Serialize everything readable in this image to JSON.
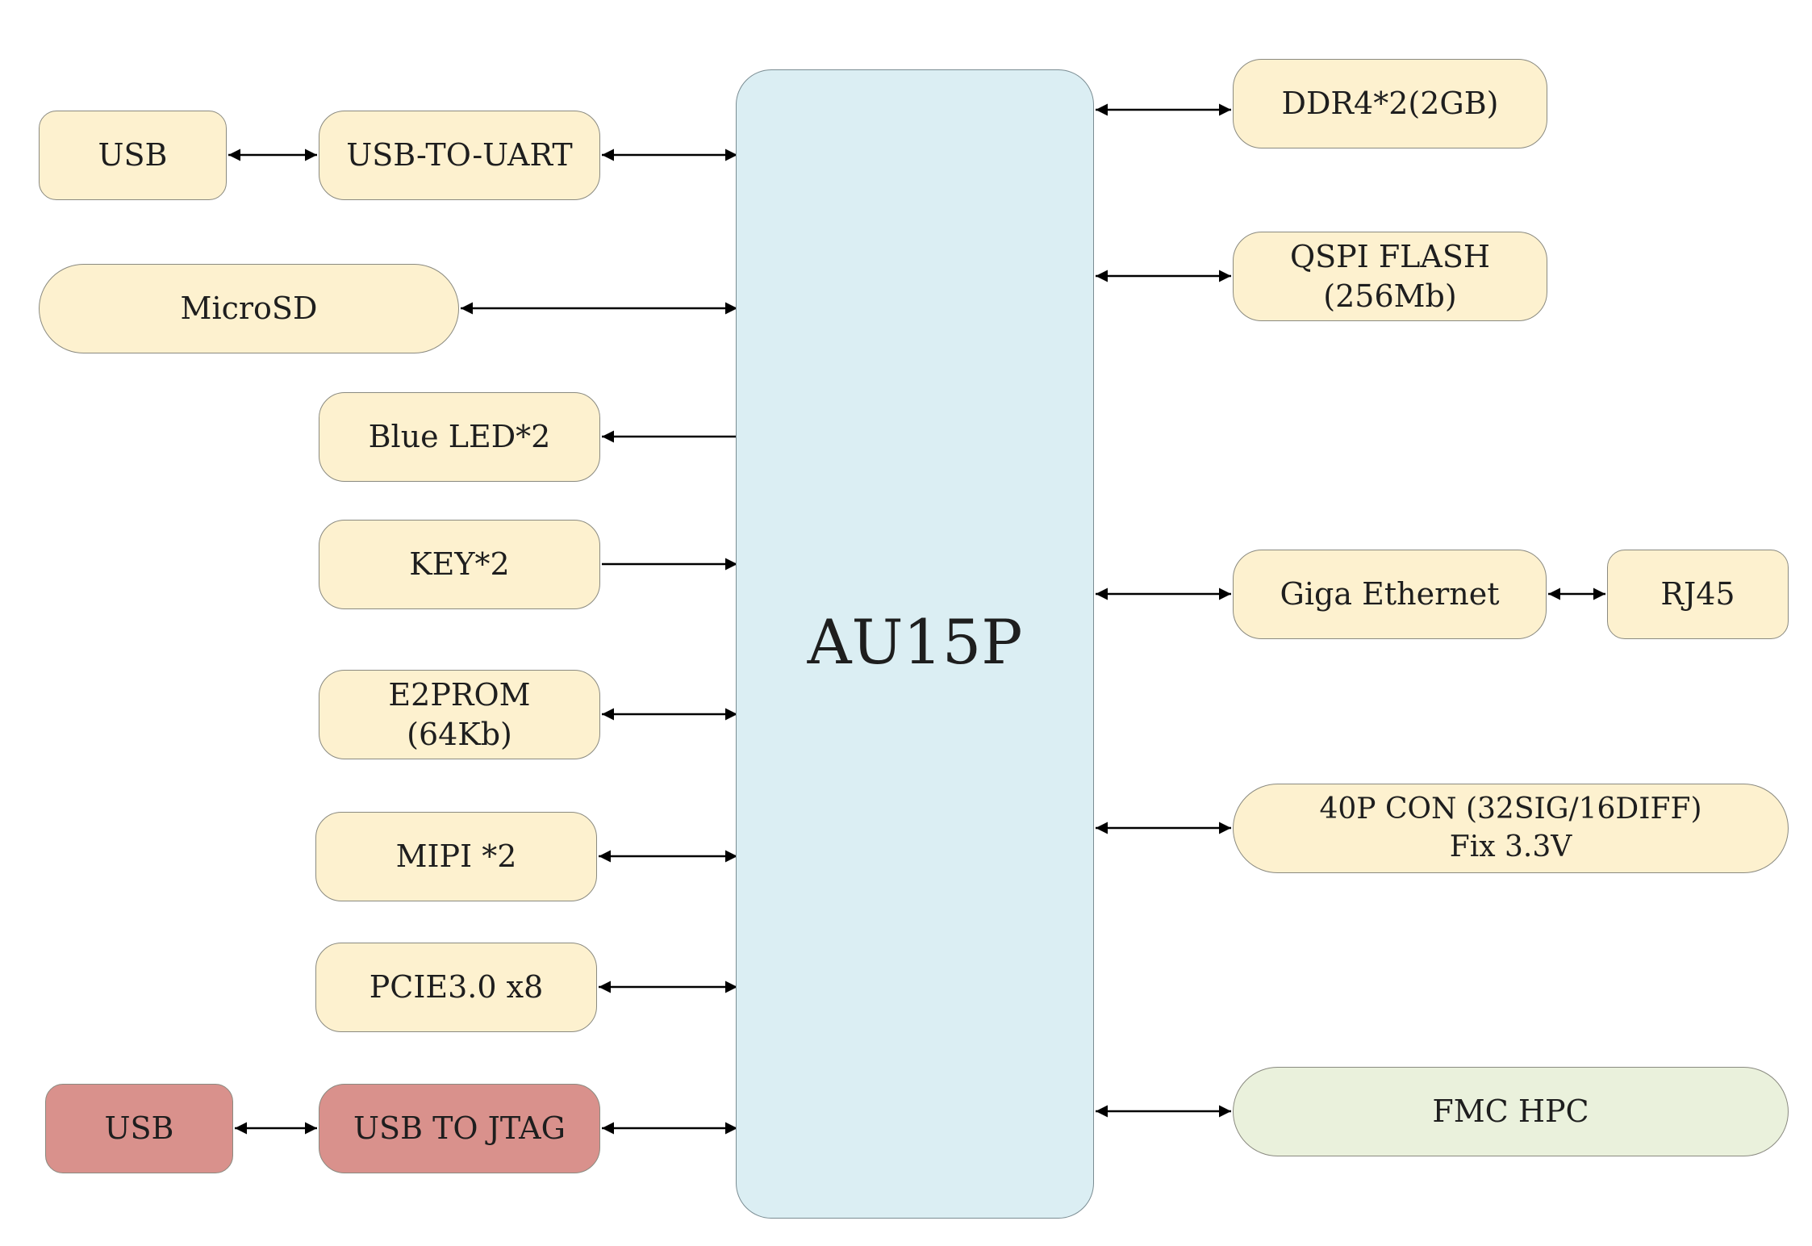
{
  "chip": {
    "label": "AU15P",
    "color": "#dbeef3"
  },
  "blocks": {
    "usb_uart_host": "USB",
    "usb_to_uart": "USB-TO-UART",
    "microsd": "MicroSD",
    "blue_led": "Blue LED*2",
    "key": "KEY*2",
    "e2prom": "E2PROM\n(64Kb)",
    "mipi": "MIPI *2",
    "pcie": "PCIE3.0 x8",
    "usb_jtag_host": "USB",
    "usb_to_jtag": "USB TO JTAG",
    "ddr4": "DDR4*2(2GB)",
    "qspi_flash": "QSPI FLASH\n(256Mb)",
    "giga_ethernet": "Giga Ethernet",
    "rj45": "RJ45",
    "con_40p": "40P CON (32SIG/16DIFF)\nFix 3.3V",
    "fmc_hpc": "FMC HPC"
  },
  "colors": {
    "peripheral": "#fdf1cf",
    "jtag": "#d9918c",
    "fmc": "#eaf1dc",
    "border": "#8a8a80",
    "arrow": "#000000"
  },
  "connections": [
    {
      "from": "usb_uart_host",
      "to": "usb_to_uart",
      "dir": "both"
    },
    {
      "from": "usb_to_uart",
      "to": "chip",
      "dir": "both"
    },
    {
      "from": "microsd",
      "to": "chip",
      "dir": "both"
    },
    {
      "from": "chip",
      "to": "blue_led",
      "dir": "to-peripheral"
    },
    {
      "from": "key",
      "to": "chip",
      "dir": "to-chip"
    },
    {
      "from": "e2prom",
      "to": "chip",
      "dir": "both"
    },
    {
      "from": "mipi",
      "to": "chip",
      "dir": "both"
    },
    {
      "from": "pcie",
      "to": "chip",
      "dir": "both"
    },
    {
      "from": "usb_jtag_host",
      "to": "usb_to_jtag",
      "dir": "both"
    },
    {
      "from": "usb_to_jtag",
      "to": "chip",
      "dir": "both"
    },
    {
      "from": "chip",
      "to": "ddr4",
      "dir": "both"
    },
    {
      "from": "chip",
      "to": "qspi_flash",
      "dir": "both"
    },
    {
      "from": "chip",
      "to": "giga_ethernet",
      "dir": "both"
    },
    {
      "from": "giga_ethernet",
      "to": "rj45",
      "dir": "both"
    },
    {
      "from": "chip",
      "to": "con_40p",
      "dir": "both"
    },
    {
      "from": "chip",
      "to": "fmc_hpc",
      "dir": "both"
    }
  ]
}
